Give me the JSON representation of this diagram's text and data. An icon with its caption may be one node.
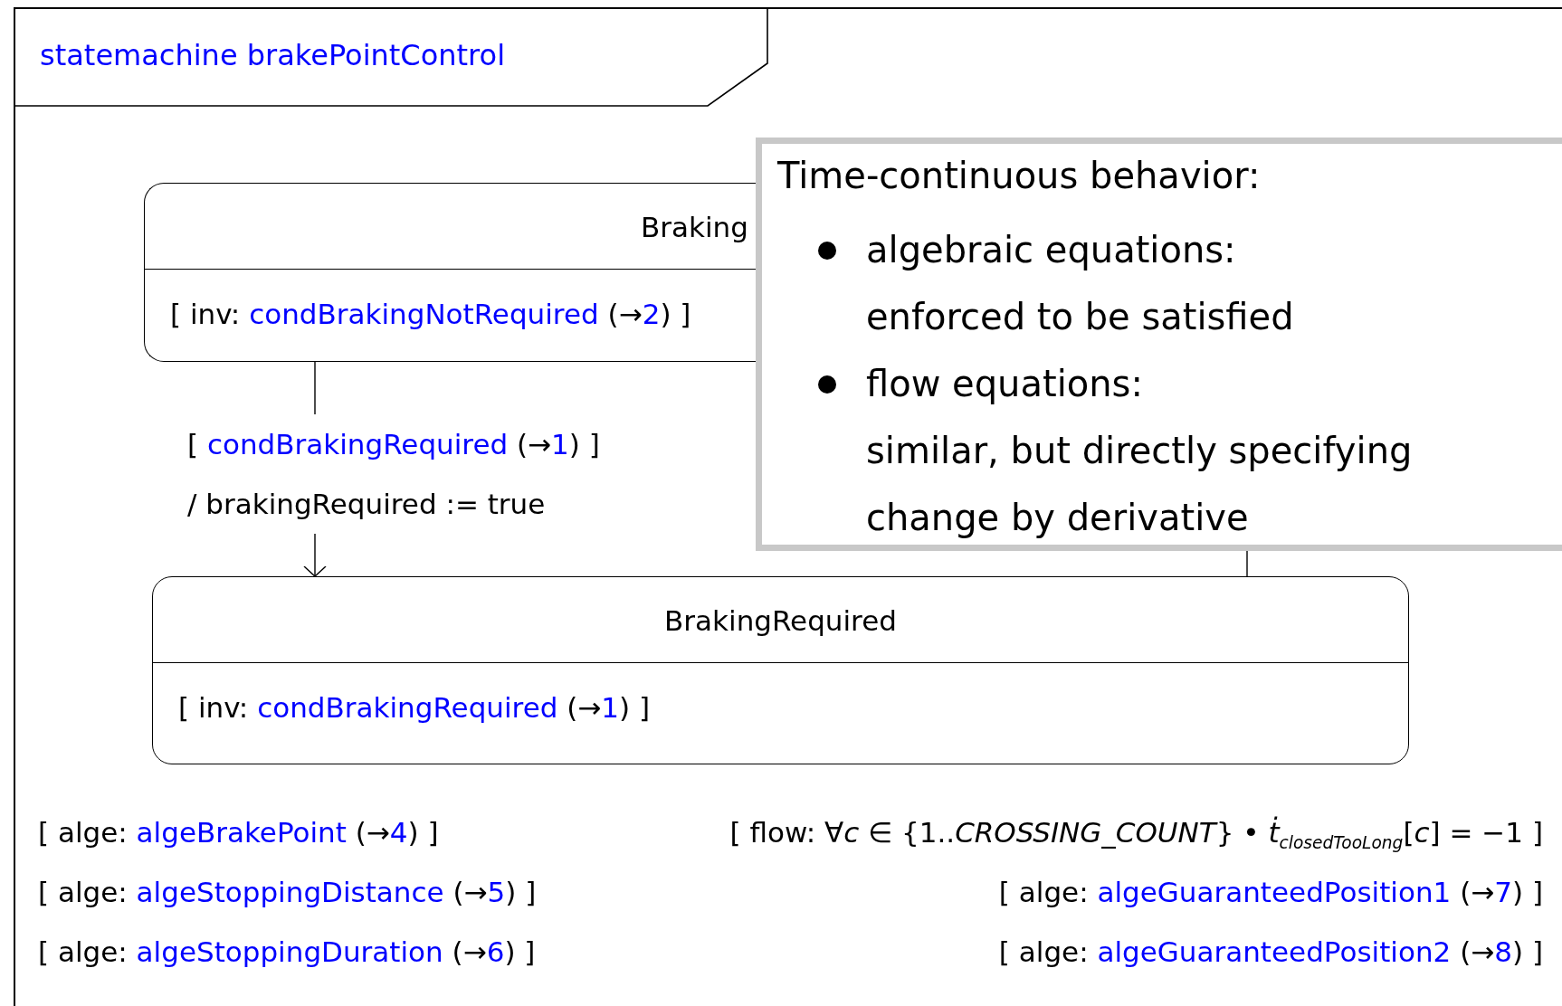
{
  "diagram": {
    "nodes": [
      {
        "text": [
          "statemachine brakePointControl"
        ]
      },
      {
        "text": [
          "Braking",
          "[ inv: condBrakingNotRequired (→2) ]"
        ],
        "in": 0
      },
      {
        "text": [
          "BrakingRequired",
          "[ inv: condBrakingRequired (→1) ]"
        ],
        "in": 0
      },
      {
        "text": [
          "Time-continuous behavior:",
          "algebraic equations:",
          "enforced to be satisfied",
          "flow equations:",
          "similar, but directly specifying change by derivative"
        ],
        "in": 0
      }
    ],
    "edges": [
      {
        "from": 1,
        "to": 2,
        "arrow": "to",
        "label": "[ condBrakingRequired (→1) ] / brakingRequired := true"
      },
      {
        "from": 2,
        "to": 3,
        "arrow": "none"
      }
    ],
    "labels": [
      "[ alge: algeBrakePoint (→4) ]",
      "[ flow: ∀*c* ∈ {1..*CROSSING_COUNT*} • *ṫ*$_{closedTooLong}$[*c*] = −1 ]",
      "[ alge: algeStoppingDistance (→5) ]",
      "[ alge: algeGuaranteedPosition1 (→7) ]",
      "[ alge: algeStoppingDuration (→6) ]",
      "[ alge: algeGuaranteedPosition2 (→8) ]"
    ]
  }
}
